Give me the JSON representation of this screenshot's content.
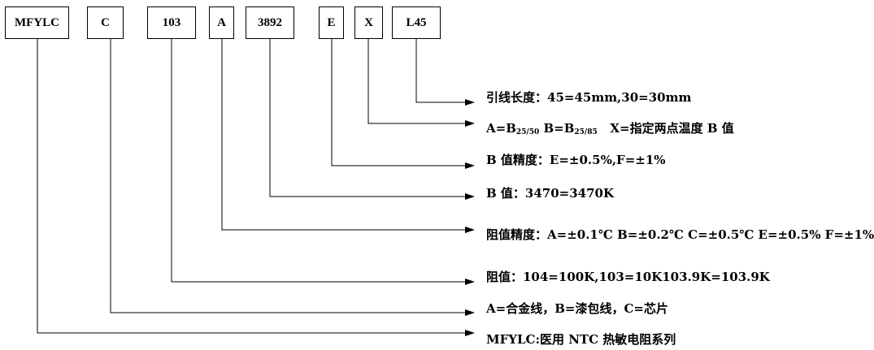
{
  "codes": [
    "MFYLC",
    "C",
    "103",
    "A",
    "3892",
    "E",
    "X",
    "L45"
  ],
  "descriptions": {
    "lead_length": "引线长度：45=45mm,30=30mm",
    "b_type_a_base": "A=B",
    "b_type_a_sub": "25/50",
    "b_type_b_base": " B=B",
    "b_type_b_sub": "25/85",
    "b_type_x": "   X=指定两点温度 B 值",
    "b_precision": "B 值精度：E=±0.5%,F=±1%",
    "b_value": "B 值：3470=3470K",
    "r_precision": "阻值精度：A=±0.1℃ B=±0.2℃ C=±0.5℃ E=±0.5% F=±1%",
    "resistance": "阻值：104=100K,103=10K103.9K=103.9K",
    "material": "A=合金线，B=漆包线，C=芯片",
    "series": "MFYLC:医用 NTC 热敏电阻系列"
  }
}
